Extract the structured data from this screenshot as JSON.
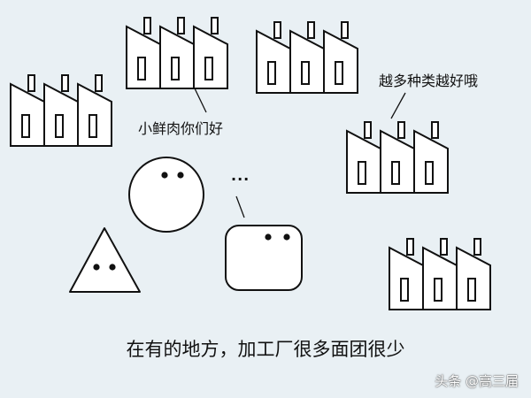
{
  "colors": {
    "background": "#e9f0f4",
    "shape_fill": "#ffffff",
    "stroke": "#111111",
    "watermark": "#ffffff"
  },
  "characters": {
    "circle_dough": {
      "shape": "circle",
      "eyes": 2
    },
    "triangle_dough": {
      "shape": "triangle",
      "eyes": 2
    },
    "rounded_square_dough": {
      "shape": "rounded-square",
      "eyes": 2
    }
  },
  "factories": {
    "count": 5,
    "buildings_per_factory": 3
  },
  "labels": {
    "fresh_meat": "小鲜肉你们好",
    "more_the_better": "越多种类越好哦",
    "ellipsis": "···"
  },
  "caption": "在有的地方，加工厂很多面团很少",
  "watermark": "头条 @高三届"
}
